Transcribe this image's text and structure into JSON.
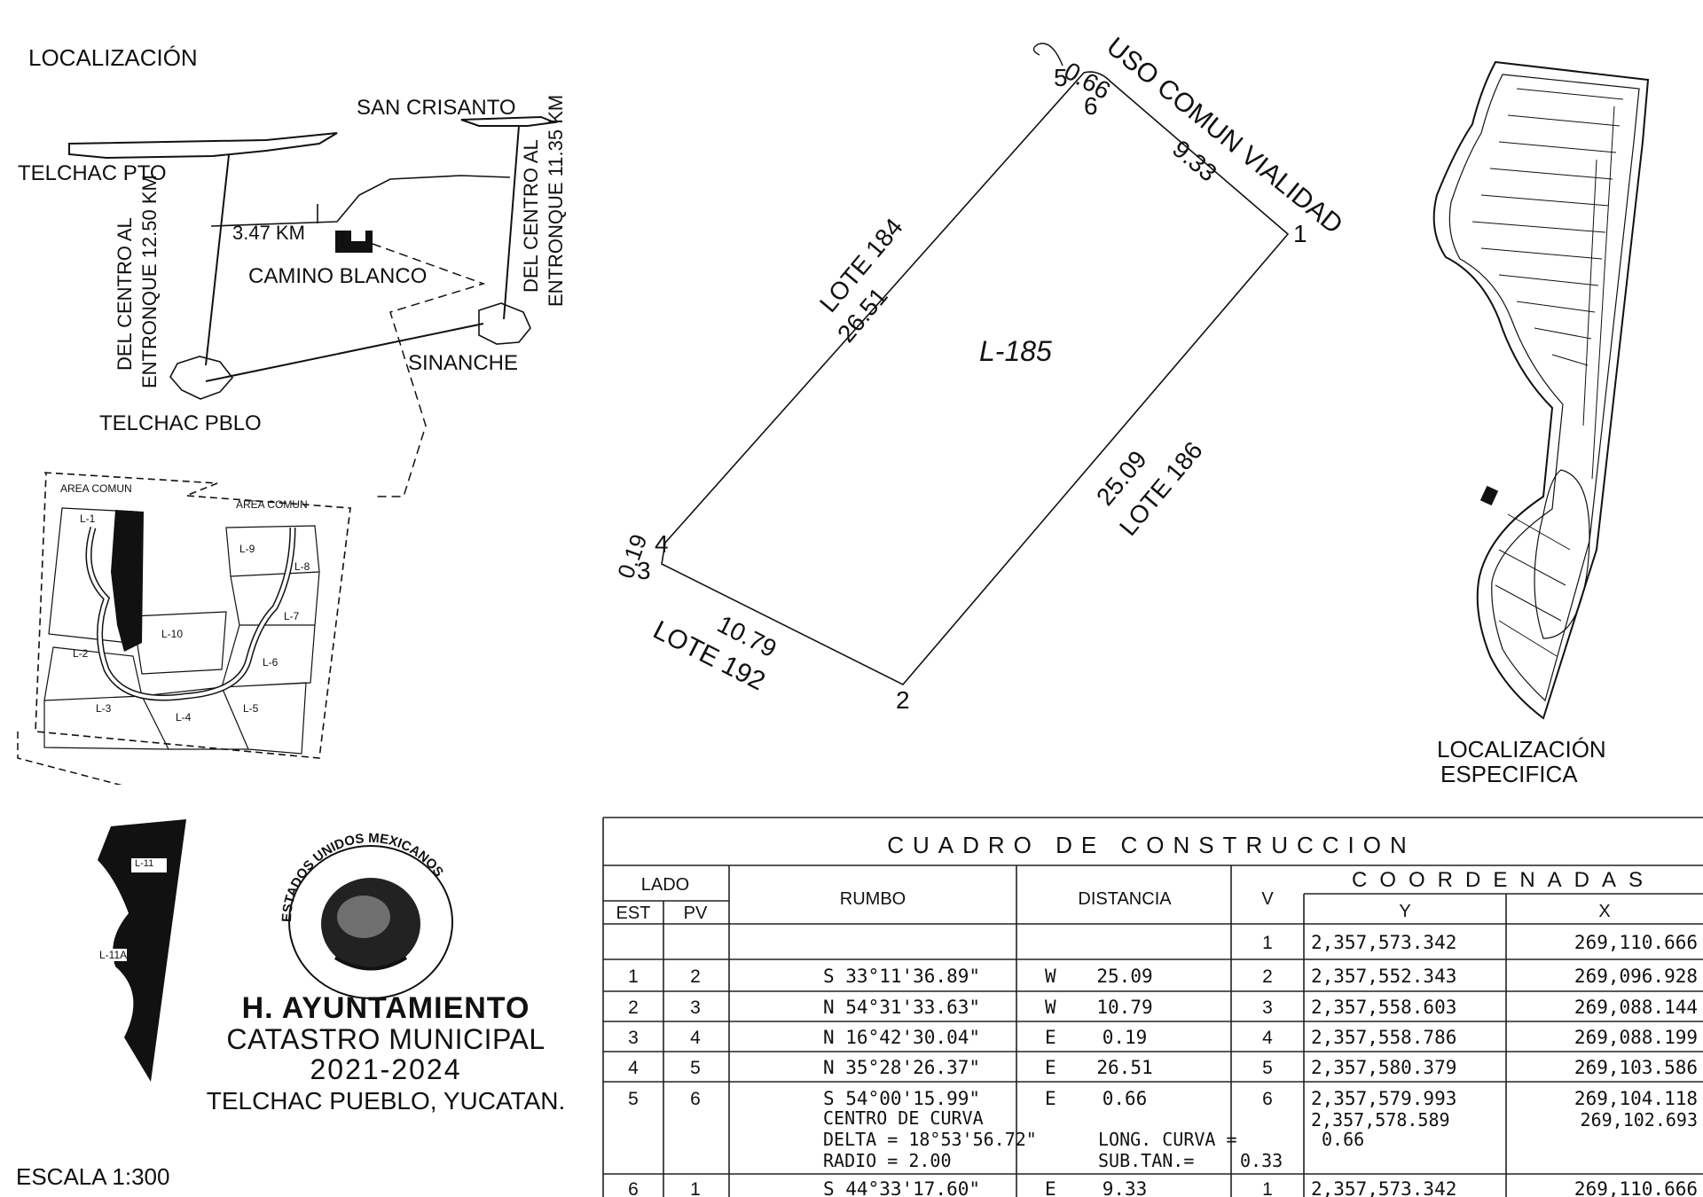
{
  "localizacion": {
    "title": "LOCALIZACIÓN",
    "san_crisanto": "SAN CRISANTO",
    "telchac_pto": "TELCHAC PTO",
    "telchac_pblo": "TELCHAC PBLO",
    "camino_blanco": "CAMINO BLANCO",
    "sinanche": "SINANCHE",
    "distance_347": "3.47 KM",
    "del_centro_left_1": "DEL CENTRO AL",
    "del_centro_left_2": "ENTRONQUE 12.50 KM",
    "del_centro_right_1": "DEL CENTRO AL",
    "del_centro_right_2": "ENTRONQUE 11.35 KM"
  },
  "inset": {
    "area_comun_1": "AREA COMUN",
    "area_comun_2": "AREA COMUN",
    "lots": [
      "L-1",
      "L-9",
      "L-8",
      "L-7",
      "L-10",
      "L-2",
      "L-6",
      "L-3",
      "L-4",
      "L-5"
    ],
    "lower_lot_top": "L-11",
    "lower_lot_mid": "L-11A"
  },
  "lot": {
    "name": "L-185",
    "north_label": "USO COMUN VIALIDAD",
    "west_label": "LOTE 184",
    "west_dist": "26.51",
    "east_label": "LOTE 186",
    "east_dist": "25.09",
    "south_label": "LOTE 192",
    "south_dist": "10.79",
    "ne_dist": "9.33",
    "short_dist_top": "0.66",
    "short_dist_bottom": "0.19",
    "vertices": [
      "1",
      "2",
      "3",
      "4",
      "5",
      "6"
    ]
  },
  "loc_especifica": {
    "line1": "LOCALIZACIÓN",
    "line2": "ESPECIFICA"
  },
  "ayuntamiento": {
    "line1": "H. AYUNTAMIENTO",
    "line2": "CATASTRO MUNICIPAL",
    "line3": "2021-2024",
    "line4": "TELCHAC PUEBLO, YUCATAN."
  },
  "seal": {
    "text_top": "ESTADOS UNIDOS MEXICANOS"
  },
  "escala": "ESCALA 1:300",
  "cuadro": {
    "title": "CUADRO DE CONSTRUCCION",
    "headers": {
      "lado": "LADO",
      "est": "EST",
      "pv": "PV",
      "rumbo": "RUMBO",
      "distancia": "DISTANCIA",
      "v": "V",
      "coordenadas": "COORDENADAS",
      "y": "Y",
      "x": "X"
    },
    "first_row": {
      "v": "1",
      "y": "2,357,573.342",
      "x": "269,110.666"
    },
    "rows": [
      {
        "est": "1",
        "pv": "2",
        "rumbo": "S 33°11'36.89\"",
        "dir": "W",
        "dist": "25.09",
        "v": "2",
        "y": "2,357,552.343",
        "x": "269,096.928"
      },
      {
        "est": "2",
        "pv": "3",
        "rumbo": "N 54°31'33.63\"",
        "dir": "W",
        "dist": "10.79",
        "v": "3",
        "y": "2,357,558.603",
        "x": "269,088.144"
      },
      {
        "est": "3",
        "pv": "4",
        "rumbo": "N 16°42'30.04\"",
        "dir": "E",
        "dist": "0.19",
        "v": "4",
        "y": "2,357,558.786",
        "x": "269,088.199"
      },
      {
        "est": "4",
        "pv": "5",
        "rumbo": "N 35°28'26.37\"",
        "dir": "E",
        "dist": "26.51",
        "v": "5",
        "y": "2,357,580.379",
        "x": "269,103.586"
      },
      {
        "est": "5",
        "pv": "6",
        "rumbo": "S 54°00'15.99\"",
        "dir": "E",
        "dist": "0.66",
        "v": "6",
        "y": "2,357,579.993",
        "x": "269,104.118"
      }
    ],
    "curve": {
      "centro": "CENTRO DE CURVA",
      "delta": "DELTA = 18°53'56.72\"",
      "radio": "RADIO = 2.00",
      "long": "LONG. CURVA =",
      "long_val": "0.66",
      "subtan": "SUB.TAN.=",
      "subtan_val": "0.33",
      "y": "2,357,578.589",
      "x": "269,102.693"
    },
    "last_row": {
      "est": "6",
      "pv": "1",
      "rumbo": "S 44°33'17.60\"",
      "dir": "E",
      "dist": "9.33",
      "v": "1",
      "y": "2,357,573.342",
      "x": "269,110.666"
    }
  }
}
